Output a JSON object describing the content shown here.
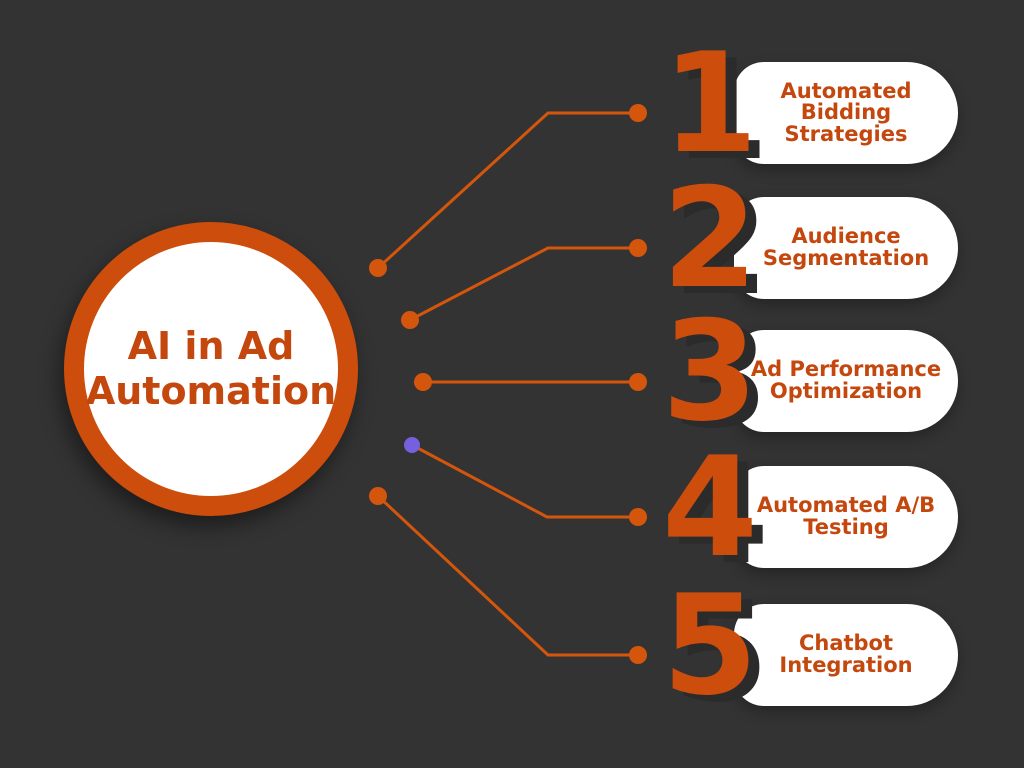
{
  "title": "AI in Ad\nAutomation",
  "items": [
    {
      "number": "1",
      "label": "Automated\nBidding\nStrategies"
    },
    {
      "number": "2",
      "label": "Audience\nSegmentation"
    },
    {
      "number": "3",
      "label": "Ad Performance\nOptimization"
    },
    {
      "number": "4",
      "label": "Automated A/B\nTesting"
    },
    {
      "number": "5",
      "label": "Chatbot\nIntegration"
    }
  ],
  "colors": {
    "background": "#333333",
    "orange": "#CC4D0C",
    "text_orange": "#C4470E",
    "line_orange": "#D4560C",
    "purple_dot": "#7660DF",
    "card_white": "#FFFFFF",
    "number_shadow": "#2B2B2B"
  }
}
